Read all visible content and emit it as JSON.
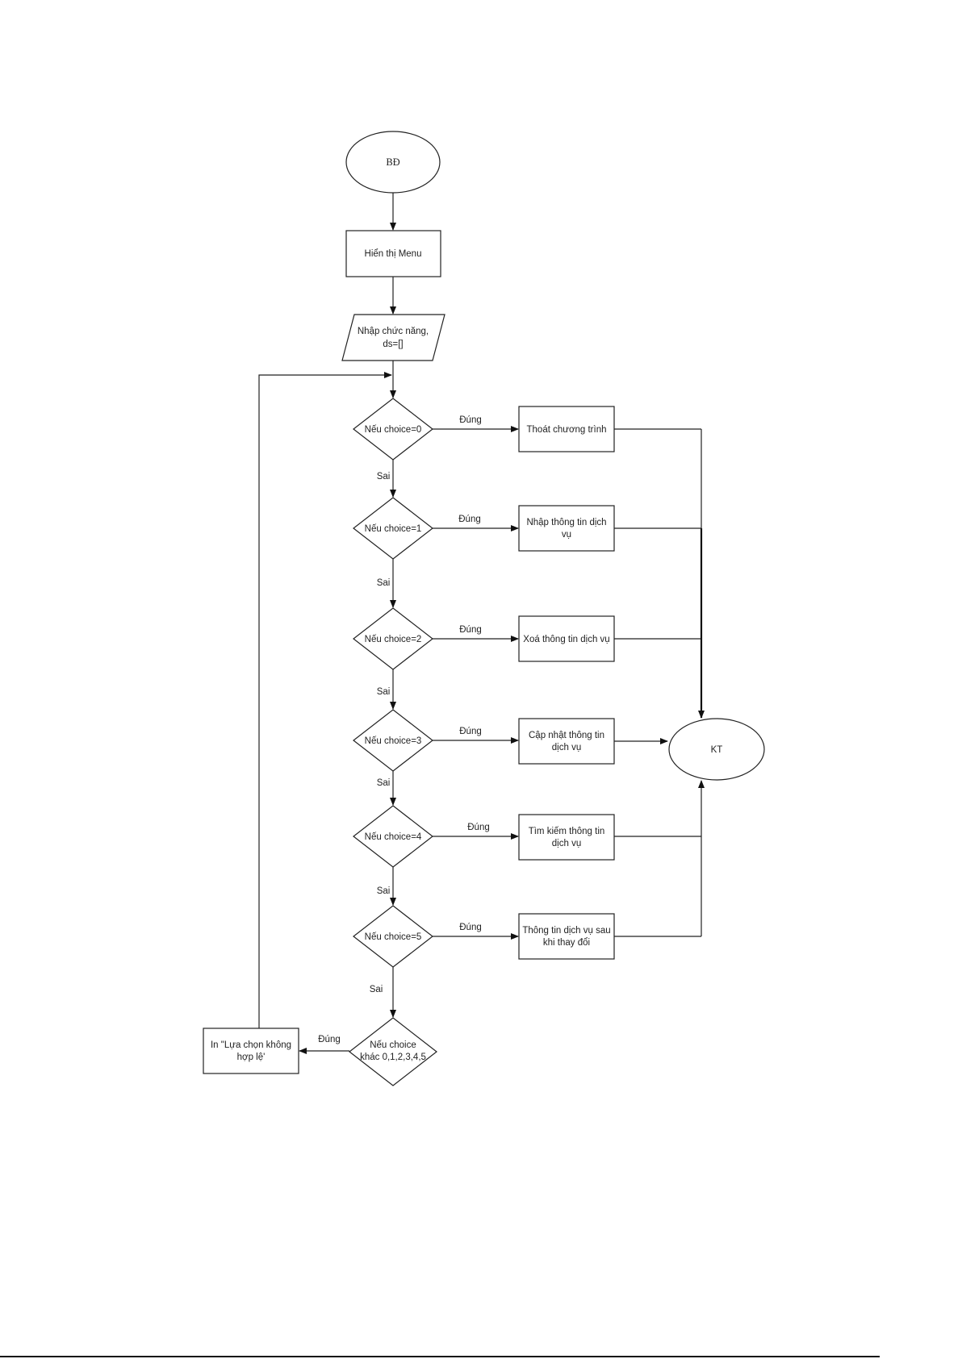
{
  "flowchart": {
    "start": "BĐ",
    "end": "KT",
    "display_menu": "Hiển thị Menu",
    "input": [
      "Nhập chức năng,",
      "ds=[]"
    ],
    "yes_label": "Đúng",
    "no_label": "Sai",
    "decisions": [
      {
        "condition": [
          "Nếu choice=0"
        ],
        "action": [
          "Thoát chương trình"
        ]
      },
      {
        "condition": [
          "Nếu choice=1"
        ],
        "action": [
          "Nhập thông tin dịch",
          "vụ"
        ]
      },
      {
        "condition": [
          "Nếu choice=2"
        ],
        "action": [
          "Xoá thông tin dịch vụ"
        ]
      },
      {
        "condition": [
          "Nếu choice=3"
        ],
        "action": [
          "Cập nhật thông tin",
          "dịch vụ"
        ]
      },
      {
        "condition": [
          "Nếu choice=4"
        ],
        "action": [
          "Tìm kiếm thông tin",
          "dịch vụ"
        ]
      },
      {
        "condition": [
          "Nếu choice=5"
        ],
        "action": [
          "Thông tin dịch vụ sau",
          "khi thay đổi"
        ]
      }
    ],
    "invalid_decision": [
      "Nếu choice",
      "khác 0,1,2,3,4,5"
    ],
    "invalid_action": [
      "In  \"Lựa chọn không",
      "hợp lệ'"
    ]
  }
}
